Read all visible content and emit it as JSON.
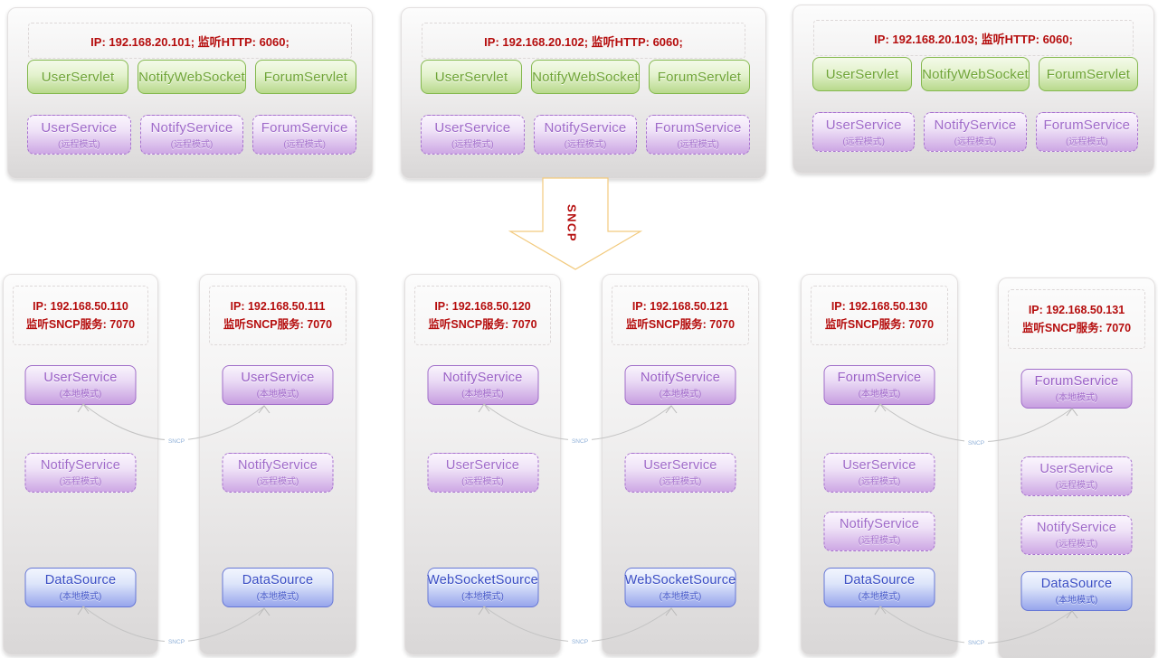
{
  "arrow": {
    "label": "SNCP"
  },
  "connectors": {
    "label": "SNCP"
  },
  "colors": {
    "ip_text": "#b50d0d",
    "servlet_green": "#6fa437",
    "service_purple": "#9f6ac9",
    "source_blue": "#3a4dc4",
    "arrow_outline": "#f2ca7e",
    "connector_line": "#c3c3c3"
  },
  "top_servers": [
    {
      "ip_line": "IP: 192.168.20.101;  监听HTTP: 6060;",
      "servlets": [
        "UserServlet",
        "NotifyWebSocket",
        "ForumServlet"
      ],
      "services": [
        {
          "name": "UserService",
          "mode": "(远程模式)"
        },
        {
          "name": "NotifyService",
          "mode": "(远程模式)"
        },
        {
          "name": "ForumService",
          "mode": "(远程模式)"
        }
      ]
    },
    {
      "ip_line": "IP: 192.168.20.102;  监听HTTP: 6060;",
      "servlets": [
        "UserServlet",
        "NotifyWebSocket",
        "ForumServlet"
      ],
      "services": [
        {
          "name": "UserService",
          "mode": "(远程模式)"
        },
        {
          "name": "NotifyService",
          "mode": "(远程模式)"
        },
        {
          "name": "ForumService",
          "mode": "(远程模式)"
        }
      ]
    },
    {
      "ip_line": "IP: 192.168.20.103;  监听HTTP: 6060;",
      "servlets": [
        "UserServlet",
        "NotifyWebSocket",
        "ForumServlet"
      ],
      "services": [
        {
          "name": "UserService",
          "mode": "(远程模式)"
        },
        {
          "name": "NotifyService",
          "mode": "(远程模式)"
        },
        {
          "name": "ForumService",
          "mode": "(远程模式)"
        }
      ]
    }
  ],
  "bottom_servers": [
    {
      "ip_line1": "IP: 192.168.50.110",
      "ip_line2": "监听SNCP服务: 7070",
      "services": [
        {
          "name": "UserService",
          "mode": "(本地模式)"
        },
        {
          "name": "NotifyService",
          "mode": "(远程模式)"
        },
        {
          "name": "DataSource",
          "mode": "(本地模式)"
        }
      ]
    },
    {
      "ip_line1": "IP: 192.168.50.111",
      "ip_line2": "监听SNCP服务: 7070",
      "services": [
        {
          "name": "UserService",
          "mode": "(本地模式)"
        },
        {
          "name": "NotifyService",
          "mode": "(远程模式)"
        },
        {
          "name": "DataSource",
          "mode": "(本地模式)"
        }
      ]
    },
    {
      "ip_line1": "IP: 192.168.50.120",
      "ip_line2": "监听SNCP服务: 7070",
      "services": [
        {
          "name": "NotifyService",
          "mode": "(本地模式)"
        },
        {
          "name": "UserService",
          "mode": "(远程模式)"
        },
        {
          "name": "WebSocketSource",
          "mode": "(本地模式)"
        }
      ]
    },
    {
      "ip_line1": "IP: 192.168.50.121",
      "ip_line2": "监听SNCP服务: 7070",
      "services": [
        {
          "name": "NotifyService",
          "mode": "(本地模式)"
        },
        {
          "name": "UserService",
          "mode": "(远程模式)"
        },
        {
          "name": "WebSocketSource",
          "mode": "(本地模式)"
        }
      ]
    },
    {
      "ip_line1": "IP: 192.168.50.130",
      "ip_line2": "监听SNCP服务: 7070",
      "services": [
        {
          "name": "ForumService",
          "mode": "(本地模式)"
        },
        {
          "name": "UserService",
          "mode": "(远程模式)"
        },
        {
          "name": "NotifyService",
          "mode": "(远程模式)"
        },
        {
          "name": "DataSource",
          "mode": "(本地模式)"
        }
      ]
    },
    {
      "ip_line1": "IP: 192.168.50.131",
      "ip_line2": "监听SNCP服务: 7070",
      "services": [
        {
          "name": "ForumService",
          "mode": "(本地模式)"
        },
        {
          "name": "UserService",
          "mode": "(远程模式)"
        },
        {
          "name": "NotifyService",
          "mode": "(远程模式)"
        },
        {
          "name": "DataSource",
          "mode": "(本地模式)"
        }
      ]
    }
  ]
}
